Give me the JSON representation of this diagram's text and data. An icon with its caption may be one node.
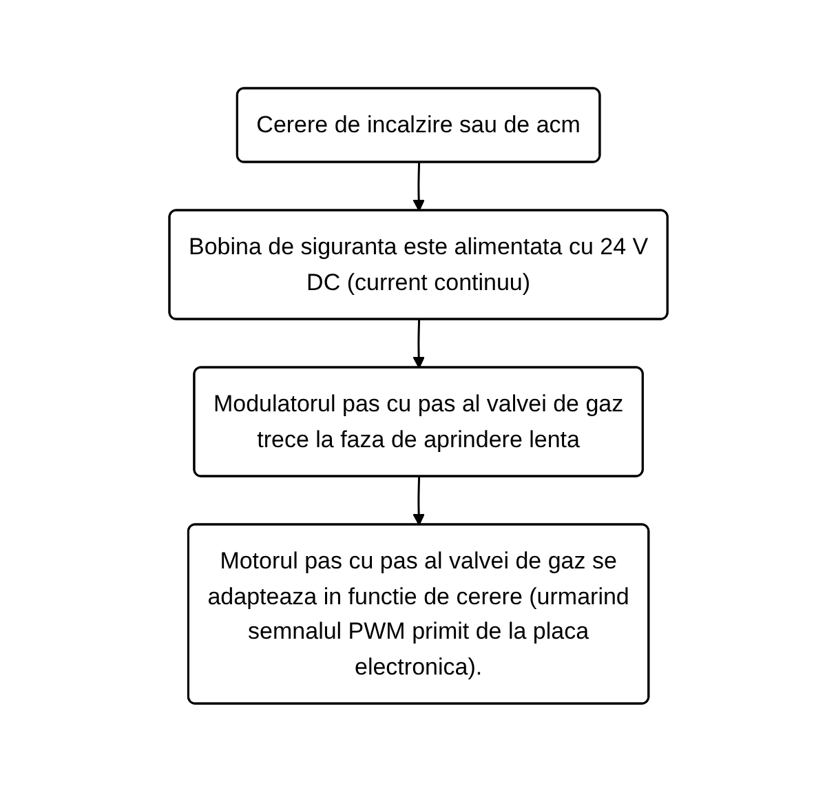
{
  "diagram": {
    "nodes": [
      {
        "text": [
          "Cerere de incalzire sau de acm"
        ]
      },
      {
        "text": [
          "Bobina de siguranta este alimentata cu 24 V DC (current continuu)"
        ]
      },
      {
        "text": [
          "Modulatorul pas cu pas al valvei de gaz trece la faza de aprindere lenta"
        ]
      },
      {
        "text": [
          "Motorul pas cu pas al valvei de gaz se adapteaza in functie de cerere (urmarind semnalul PWM primit de la placa electronica)."
        ]
      }
    ],
    "edges": [
      {
        "from": 0,
        "to": 1,
        "arrow": "to"
      },
      {
        "from": 1,
        "to": 2,
        "arrow": "to"
      },
      {
        "from": 2,
        "to": 3,
        "arrow": "to"
      }
    ]
  }
}
